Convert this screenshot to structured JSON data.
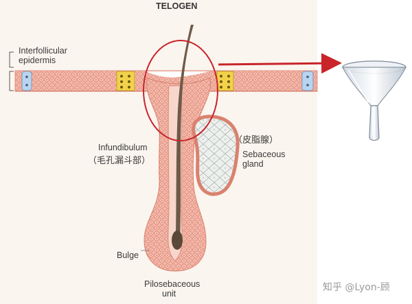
{
  "title": "TELOGEN",
  "labels": {
    "interfollicular_line1": "Interfollicular",
    "interfollicular_line2": "epidermis",
    "infundibulum": "Infundibulum",
    "infundibulum_cn": "（毛孔漏斗部）",
    "sebaceous_cn": "（皮脂腺）",
    "sebaceous_line1": "Sebaceous",
    "sebaceous_line2": "gland",
    "bulge": "Bulge",
    "pilosebaceous_line1": "Pilosebaceous",
    "pilosebaceous_line2": "unit"
  },
  "watermark": "知乎 @Lyon-顾",
  "colors": {
    "tissue_fill": "#f4b6a8",
    "cell_outline": "#d9826f",
    "basal_yellow": "#f2d24a",
    "basal_blue": "#b9d4ee",
    "hair_shaft": "#6e5a48",
    "gland_fill": "#e9ecea",
    "highlight_circle": "#c8242a",
    "arrow": "#c8242a",
    "background_band": "#faf3ec"
  },
  "icons": [
    "funnel-icon",
    "arrow-icon",
    "bracket-icon"
  ]
}
